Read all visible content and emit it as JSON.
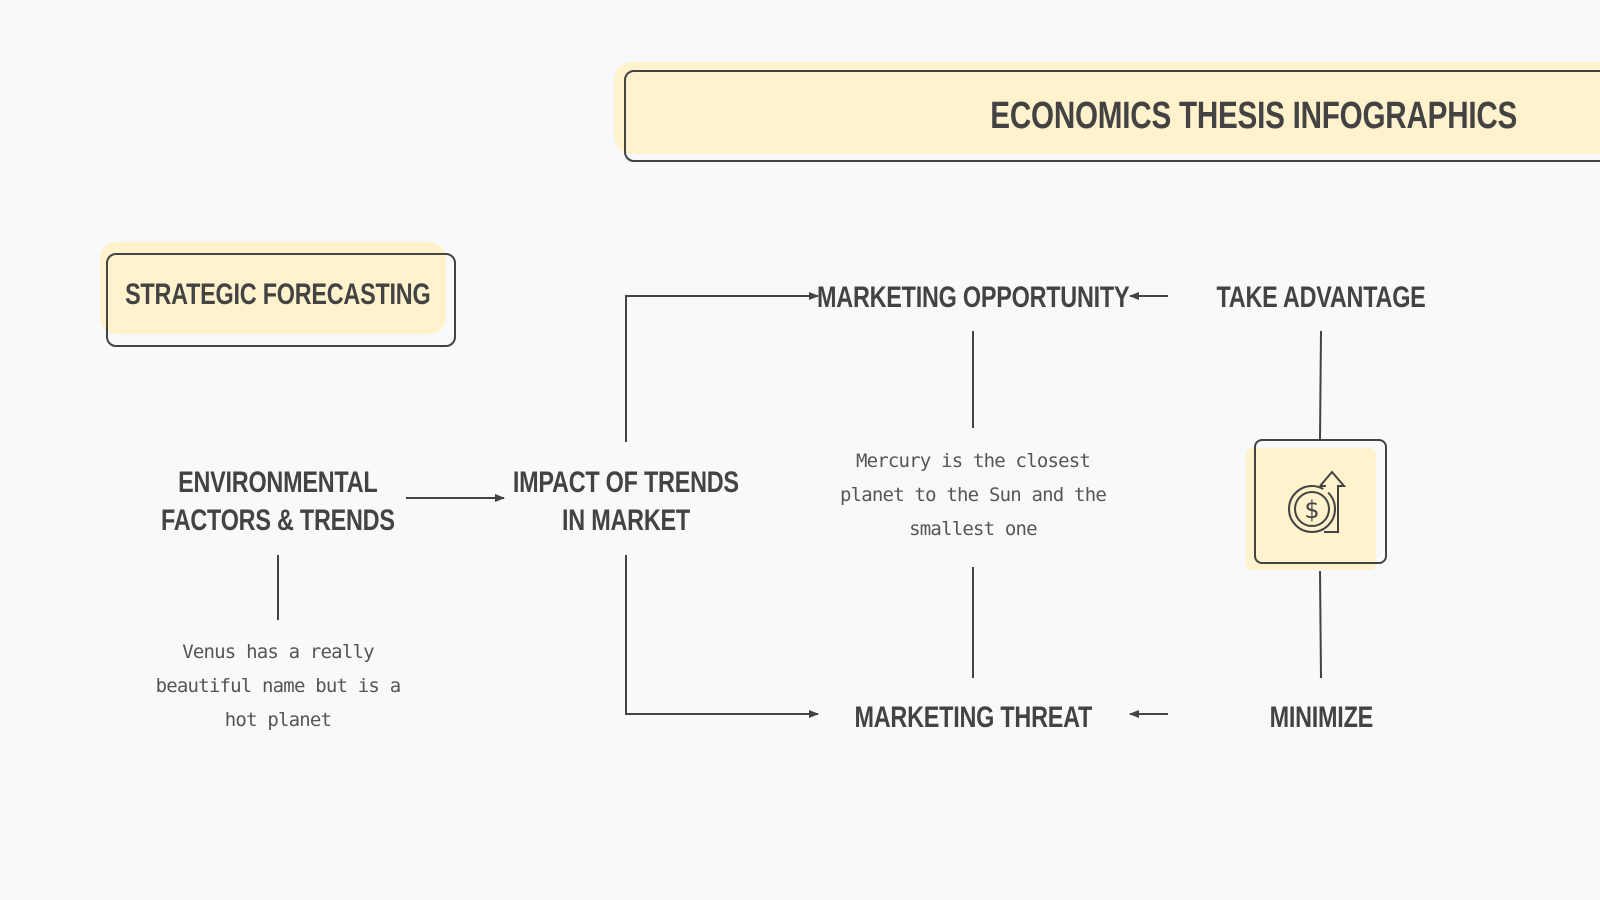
{
  "title": "Economics Thesis Infographics",
  "section_label": "Strategic Forecasting",
  "nodes": {
    "environmental": {
      "line1": "Environmental",
      "line2": "Factors & Trends",
      "description": [
        "Venus has a really",
        "beautiful name but is a",
        "hot planet"
      ]
    },
    "impact": {
      "line1": "Impact of Trends",
      "line2": "in Market"
    },
    "opportunity": {
      "label": "Marketing Opportunity",
      "description": [
        "Mercury is the closest",
        "planet to the Sun and the",
        "smallest one"
      ]
    },
    "threat": {
      "label": "Marketing Threat"
    },
    "take_advantage": {
      "label": "Take Advantage"
    },
    "minimize": {
      "label": "Minimize"
    }
  },
  "icon": "dollar-coin-up-arrow-icon",
  "colors": {
    "background": "#f8f9fb",
    "highlight": "#fff2cc",
    "stroke": "#434343",
    "body_text": "#555555"
  }
}
